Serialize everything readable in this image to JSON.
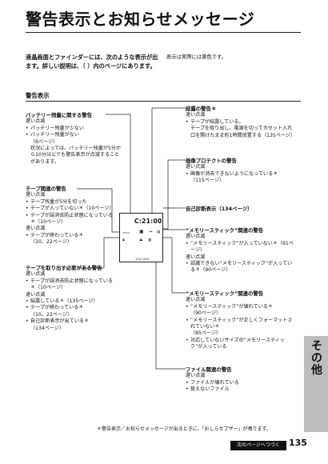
{
  "page": {
    "title": "警告表示とお知らせメッセージ",
    "intro": "液晶画面とファインダーには、次のような表示が出ます。詳しい説明は、（ ）内のページにあります。",
    "intro_note": "表示は実際には黄色です。",
    "section_label": "警告表示",
    "footnote": "＊警告表示／お知らせメッセージが出るときに、「おしらせブザー」が鳴ります。",
    "next_page": "次のページへつづく",
    "page_number": "135",
    "side_tab": "その他"
  },
  "screen": {
    "time": "C:21:00",
    "code": "100-0001"
  },
  "blocks": {
    "battery": {
      "title": "バッテリー残量に関する警告",
      "sub": "遅い点滅",
      "items": [
        "バッテリー残量が少ない",
        "バッテリー残量がない"
      ],
      "ref": "（6ページ）",
      "note": "状況によっては、バッテリー残量が5分から10分ほどでも警告表示が点滅することがあります。"
    },
    "tape": {
      "title": "テープ関連の警告",
      "sub1": "遅い点滅",
      "items1": [
        "テープ残量が5分を切った",
        "テープが入っていない＊（10ページ）",
        "テープが誤消去防止状態になっている＊（10ページ）"
      ],
      "sub2": "速い点滅",
      "items2": [
        "テープが終わっている＊"
      ],
      "ref2": "（10、22ページ）"
    },
    "eject": {
      "title": "テープを取り出す必要がある警告",
      "sub1": "遅い点滅",
      "items1": [
        "テープが誤消去防止状態になっている＊（10ページ）"
      ],
      "sub2": "速い点滅",
      "items2": [
        "結露している＊（135ページ）",
        "テープが終わっている＊"
      ],
      "ref2": "（10、22ページ）",
      "items3": [
        "自己診断表示が出ている＊"
      ],
      "ref3": "（134ページ）"
    },
    "condensation": {
      "title": "結露の警告＊",
      "sub": "速い点滅",
      "items": [
        "テープが結露している。"
      ],
      "note": "テープを取り出し、電源を切ってカセット入れ口を開けたまま約1時間放置する（135ページ）"
    },
    "protect": {
      "title": "画像プロテクトの警告",
      "sub": "遅い点滅",
      "items": [
        "画像が消去できないようになっている＊"
      ],
      "ref": "（115ページ）"
    },
    "selfdiag": {
      "title": "自己診断表示（134ページ）"
    },
    "ms1": {
      "title": "“メモリースティック”関連の警告",
      "sub1": "遅い点滅",
      "items1": [
        "“メモリースティック”が入っていない＊（91ページ）"
      ],
      "sub2": "速い点滅",
      "items2": [
        "認識できない“メモリースティック”が入っている＊（90ページ）"
      ]
    },
    "ms2": {
      "title": "“メモリースティック”関連の警告",
      "sub": "速い点滅",
      "items": [
        "“メモリースティック”が壊れている＊",
        "“メモリースティック”が正しくフォーマットされていない＊",
        "対応していないサイズの“メモリースティック”が入っている"
      ],
      "ref1": "（90ページ）",
      "ref2": "（85ページ）"
    },
    "file": {
      "title": "ファイル関連の警告",
      "sub": "遅い点滅",
      "items": [
        "ファイルが壊れている",
        "扱えないファイル"
      ]
    }
  }
}
